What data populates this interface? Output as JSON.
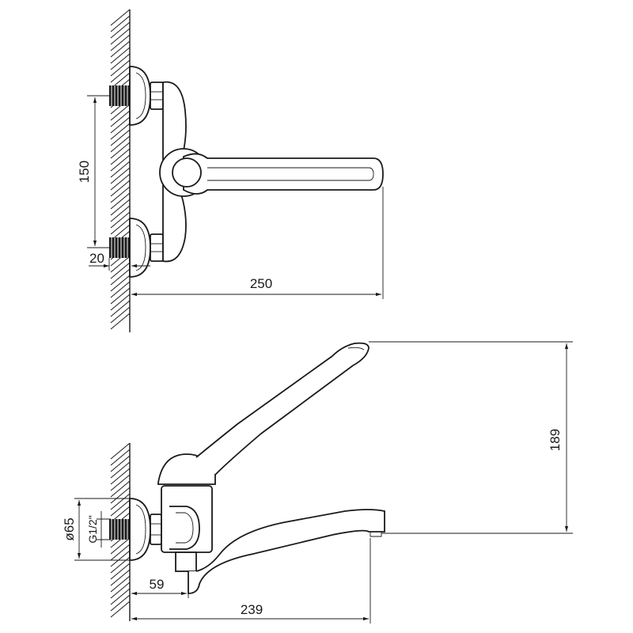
{
  "dimensions": {
    "top_height": "150",
    "top_offset": "20",
    "top_length": "250",
    "side_height": "189",
    "side_diameter": "ø65",
    "side_thread": "G1/2\"",
    "side_offset": "59",
    "side_length": "239"
  },
  "colors": {
    "line": "#1a1a1a",
    "background": "#ffffff"
  }
}
